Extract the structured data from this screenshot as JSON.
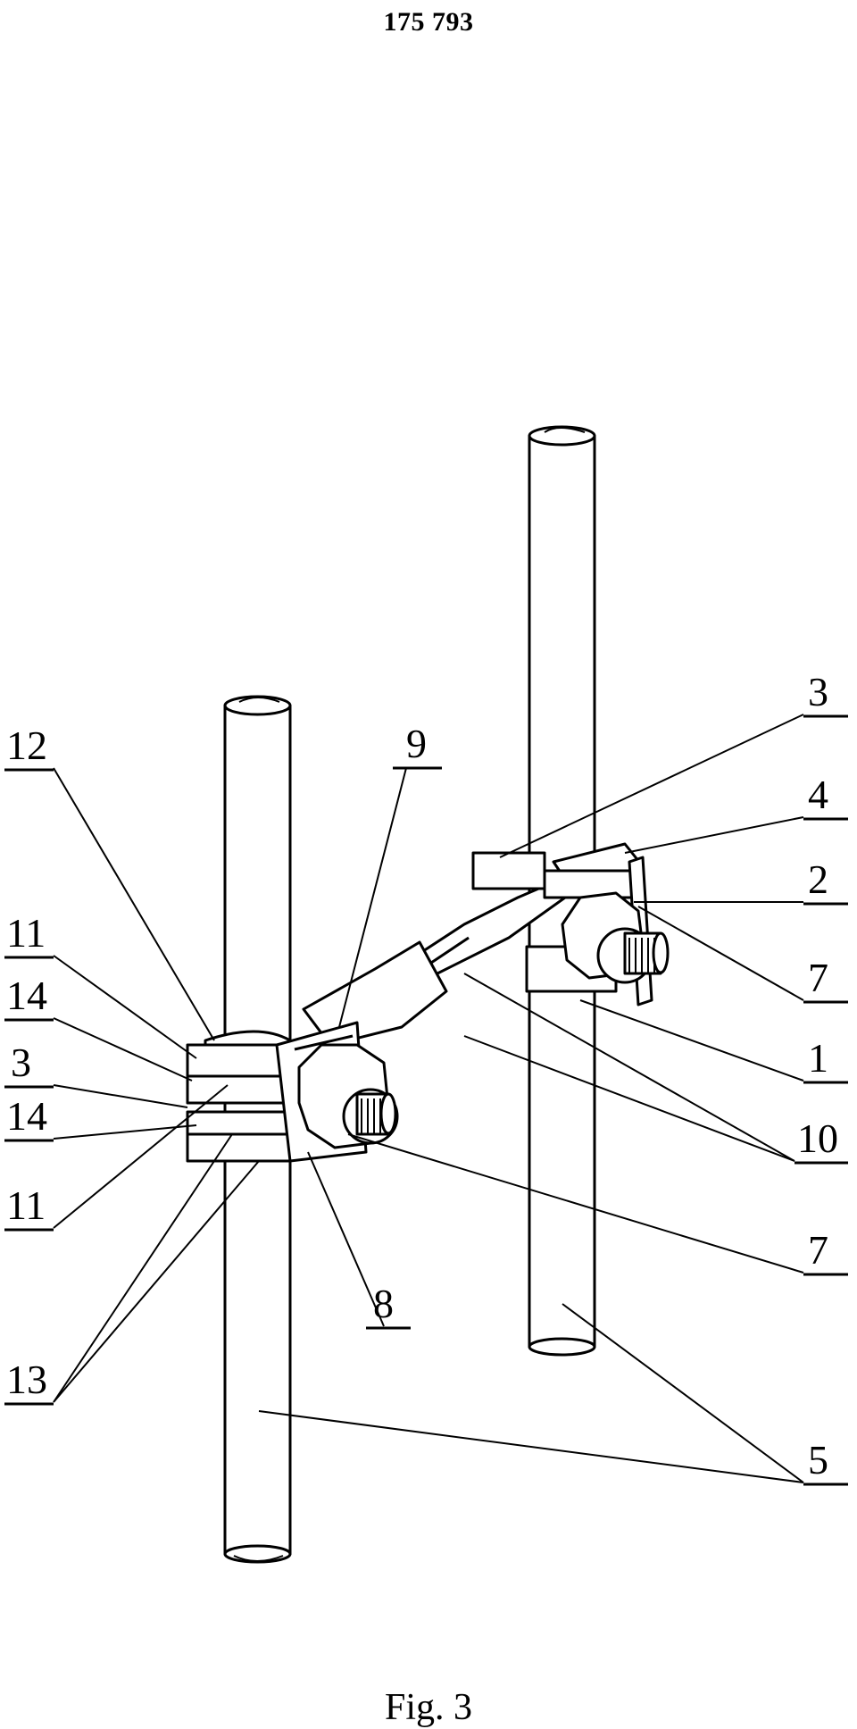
{
  "header": {
    "patent_number": "175 793"
  },
  "figure": {
    "caption": "Fig. 3"
  },
  "labels": {
    "l3_top": "3",
    "l4": "4",
    "l2": "2",
    "l7_right": "7",
    "l1": "1",
    "l10": "10",
    "l7_low": "7",
    "l5": "5",
    "l8": "8",
    "l9": "9",
    "l12": "12",
    "l11_top": "11",
    "l14_top": "14",
    "l3_left": "3",
    "l14_low": "14",
    "l11_low": "11",
    "l13": "13"
  }
}
